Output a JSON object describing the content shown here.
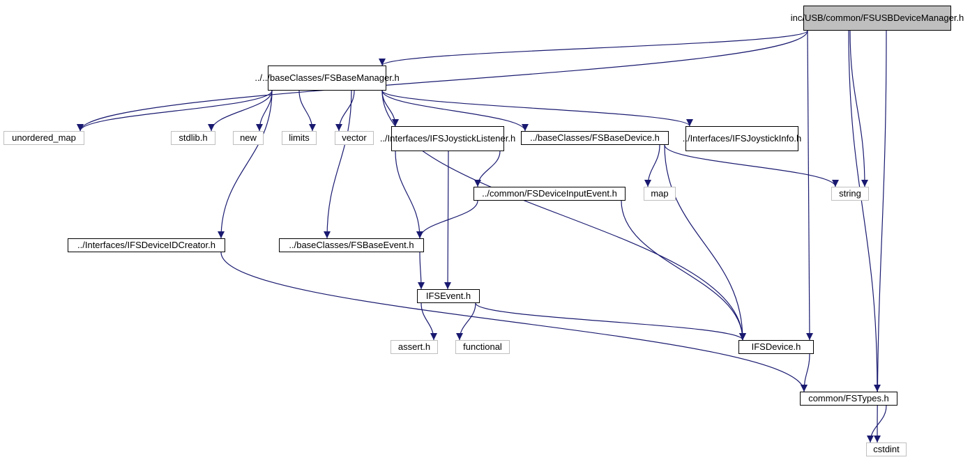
{
  "diagram": {
    "edge_color": "#191970",
    "nodes": [
      {
        "id": "root",
        "style": "root",
        "lines": [
          "inc/USB/common/FSUSBDevice",
          "Manager.h"
        ]
      },
      {
        "id": "fsbasemgr",
        "style": "doc",
        "lines": [
          "../../baseClasses/FSBase",
          "Manager.h"
        ]
      },
      {
        "id": "unordered_map",
        "style": "sys",
        "lines": [
          "unordered_map"
        ]
      },
      {
        "id": "stdlib",
        "style": "sys",
        "lines": [
          "stdlib.h"
        ]
      },
      {
        "id": "new",
        "style": "sys",
        "lines": [
          "new"
        ]
      },
      {
        "id": "limits",
        "style": "sys",
        "lines": [
          "limits"
        ]
      },
      {
        "id": "vector",
        "style": "sys",
        "lines": [
          "vector"
        ]
      },
      {
        "id": "joylistener",
        "style": "doc",
        "lines": [
          "../Interfaces/IFSJoystick",
          "Listener.h"
        ]
      },
      {
        "id": "basedevice",
        "style": "doc",
        "lines": [
          "../baseClasses/FSBaseDevice.h"
        ]
      },
      {
        "id": "joyinfo",
        "style": "doc",
        "lines": [
          "../Interfaces/IFSJoystick",
          "Info.h"
        ]
      },
      {
        "id": "inputevent",
        "style": "doc",
        "lines": [
          "../common/FSDeviceInputEvent.h"
        ]
      },
      {
        "id": "map",
        "style": "sys",
        "lines": [
          "map"
        ]
      },
      {
        "id": "string",
        "style": "sys",
        "lines": [
          "string"
        ]
      },
      {
        "id": "idcreator",
        "style": "doc",
        "lines": [
          "../Interfaces/IFSDeviceIDCreator.h"
        ]
      },
      {
        "id": "baseevent",
        "style": "doc",
        "lines": [
          "../baseClasses/FSBaseEvent.h"
        ]
      },
      {
        "id": "ifsevent",
        "style": "doc",
        "lines": [
          "IFSEvent.h"
        ]
      },
      {
        "id": "assert",
        "style": "sys",
        "lines": [
          "assert.h"
        ]
      },
      {
        "id": "functional",
        "style": "sys",
        "lines": [
          "functional"
        ]
      },
      {
        "id": "ifsdevice",
        "style": "doc",
        "lines": [
          "IFSDevice.h"
        ]
      },
      {
        "id": "fstypes",
        "style": "doc",
        "lines": [
          "common/FSTypes.h"
        ]
      },
      {
        "id": "cstdint",
        "style": "sys",
        "lines": [
          "cstdint"
        ]
      }
    ],
    "edges": [
      [
        "root",
        "fsbasemgr"
      ],
      [
        "root",
        "unordered_map"
      ],
      [
        "root",
        "string"
      ],
      [
        "root",
        "ifsdevice"
      ],
      [
        "root",
        "fstypes"
      ],
      [
        "root",
        "cstdint"
      ],
      [
        "fsbasemgr",
        "unordered_map"
      ],
      [
        "fsbasemgr",
        "stdlib"
      ],
      [
        "fsbasemgr",
        "new"
      ],
      [
        "fsbasemgr",
        "limits"
      ],
      [
        "fsbasemgr",
        "vector"
      ],
      [
        "fsbasemgr",
        "joylistener"
      ],
      [
        "fsbasemgr",
        "basedevice"
      ],
      [
        "fsbasemgr",
        "joyinfo"
      ],
      [
        "fsbasemgr",
        "idcreator"
      ],
      [
        "fsbasemgr",
        "baseevent"
      ],
      [
        "fsbasemgr",
        "ifsdevice"
      ],
      [
        "joylistener",
        "inputevent"
      ],
      [
        "joylistener",
        "baseevent"
      ],
      [
        "joylistener",
        "ifsevent"
      ],
      [
        "basedevice",
        "map"
      ],
      [
        "basedevice",
        "string"
      ],
      [
        "basedevice",
        "ifsdevice"
      ],
      [
        "inputevent",
        "baseevent"
      ],
      [
        "inputevent",
        "ifsdevice"
      ],
      [
        "idcreator",
        "fstypes"
      ],
      [
        "baseevent",
        "ifsevent"
      ],
      [
        "ifsevent",
        "assert"
      ],
      [
        "ifsevent",
        "functional"
      ],
      [
        "ifsevent",
        "ifsdevice"
      ],
      [
        "ifsdevice",
        "fstypes"
      ],
      [
        "fstypes",
        "cstdint"
      ]
    ]
  }
}
